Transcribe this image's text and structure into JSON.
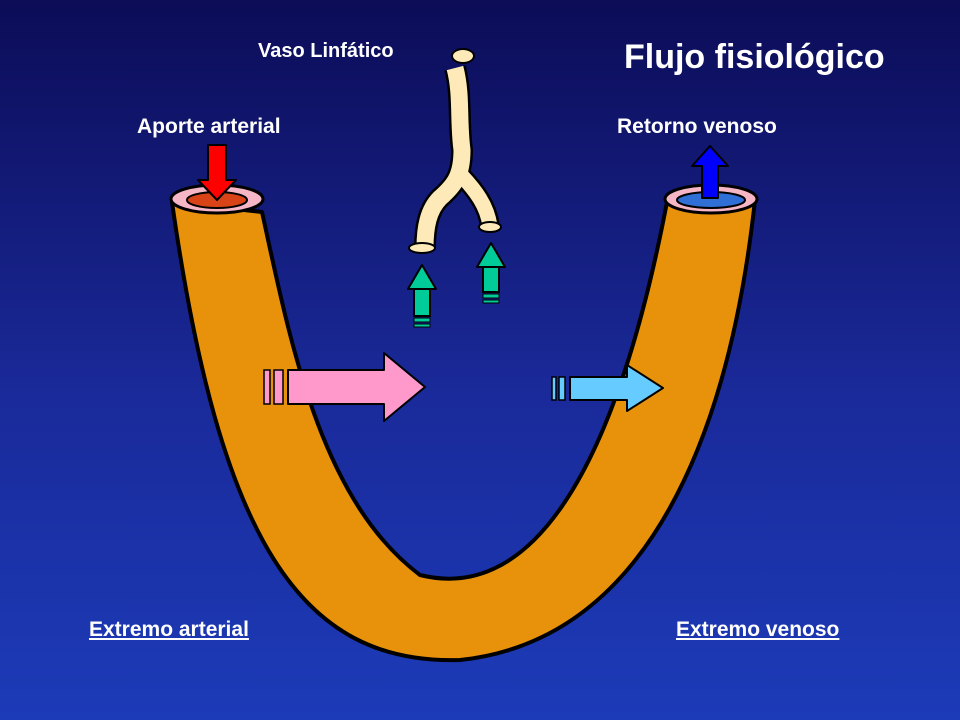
{
  "title": "Flujo fisiológico",
  "labels": {
    "lymph_vessel": "Vaso Linfático",
    "arterial_inflow": "Aporte arterial",
    "venous_return": "Retorno venoso",
    "arterial_end": "Extremo arterial",
    "venous_end": "Extremo venoso"
  },
  "colors": {
    "background_top": "#0c0c57",
    "background_bottom": "#1c3bb8",
    "vessel": "#e8920c",
    "lymph_vessel": "#fdeab8",
    "arterial_arrow": "#ff0000",
    "venous_arrow": "#0000ff",
    "filtration_arrow": "#ff99cc",
    "reabsorption_arrow": "#66ccff",
    "lymph_drain_arrow": "#00cc99"
  }
}
